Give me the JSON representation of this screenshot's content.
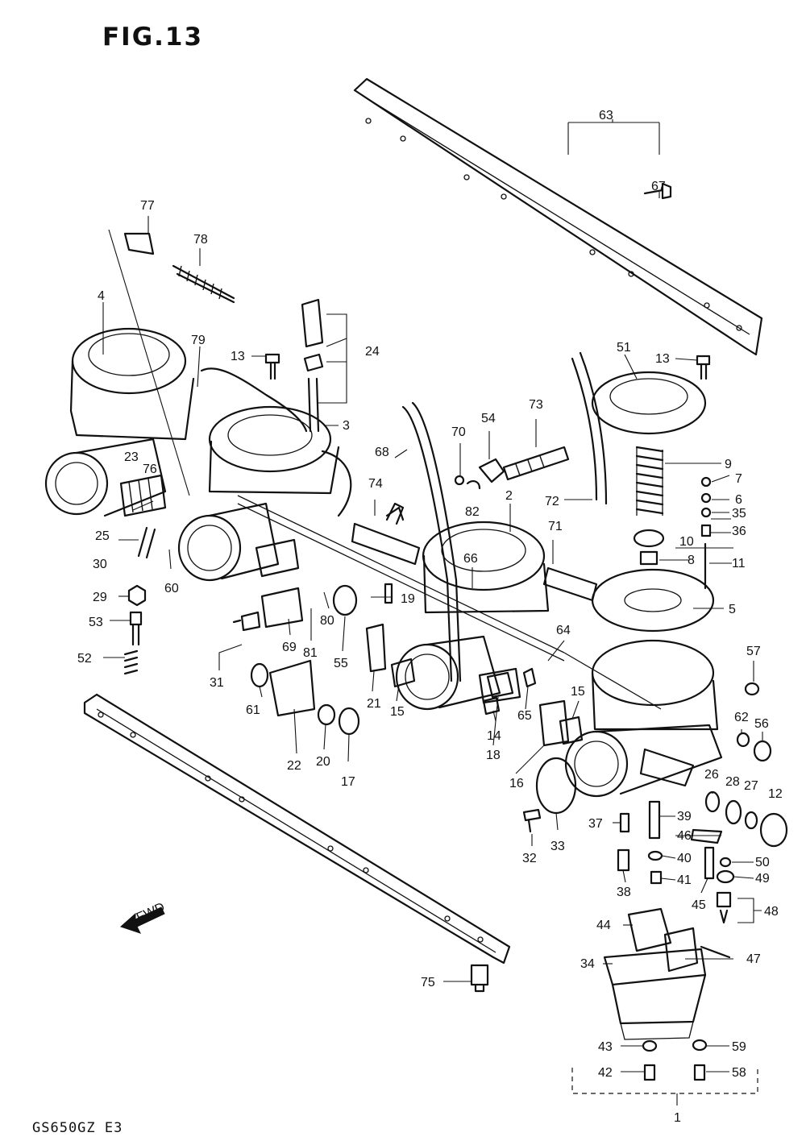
{
  "figure": {
    "title": "FIG.13",
    "model_code": "GS650GZ E3",
    "fwd_label": "FWD"
  },
  "callouts": {
    "c1": "1",
    "c2": "2",
    "c3": "3",
    "c4": "4",
    "c5": "5",
    "c6": "6",
    "c7": "7",
    "c8": "8",
    "c9": "9",
    "c10": "10",
    "c11": "11",
    "c12": "12",
    "c13a": "13",
    "c13b": "13",
    "c14": "14",
    "c15a": "15",
    "c15b": "15",
    "c16": "16",
    "c17": "17",
    "c18": "18",
    "c19": "19",
    "c20": "20",
    "c21": "21",
    "c22": "22",
    "c23": "23",
    "c24": "24",
    "c25": "25",
    "c26": "26",
    "c27": "27",
    "c28": "28",
    "c29": "29",
    "c30": "30",
    "c31": "31",
    "c32": "32",
    "c33": "33",
    "c34": "34",
    "c35": "35",
    "c36": "36",
    "c37": "37",
    "c38": "38",
    "c39": "39",
    "c40": "40",
    "c41": "41",
    "c42": "42",
    "c43": "43",
    "c44": "44",
    "c45": "45",
    "c46": "46",
    "c47": "47",
    "c48": "48",
    "c49": "49",
    "c50": "50",
    "c51": "51",
    "c52": "52",
    "c53": "53",
    "c54": "54",
    "c55": "55",
    "c56": "56",
    "c57": "57",
    "c58": "58",
    "c59": "59",
    "c60": "60",
    "c61": "61",
    "c62": "62",
    "c63": "63",
    "c64": "64",
    "c65": "65",
    "c66": "66",
    "c67": "67",
    "c68": "68",
    "c69": "69",
    "c70": "70",
    "c71": "71",
    "c72": "72",
    "c73": "73",
    "c74": "74",
    "c75": "75",
    "c76": "76",
    "c77": "77",
    "c78": "78",
    "c79": "79",
    "c80": "80",
    "c81": "81",
    "c82": "82"
  }
}
